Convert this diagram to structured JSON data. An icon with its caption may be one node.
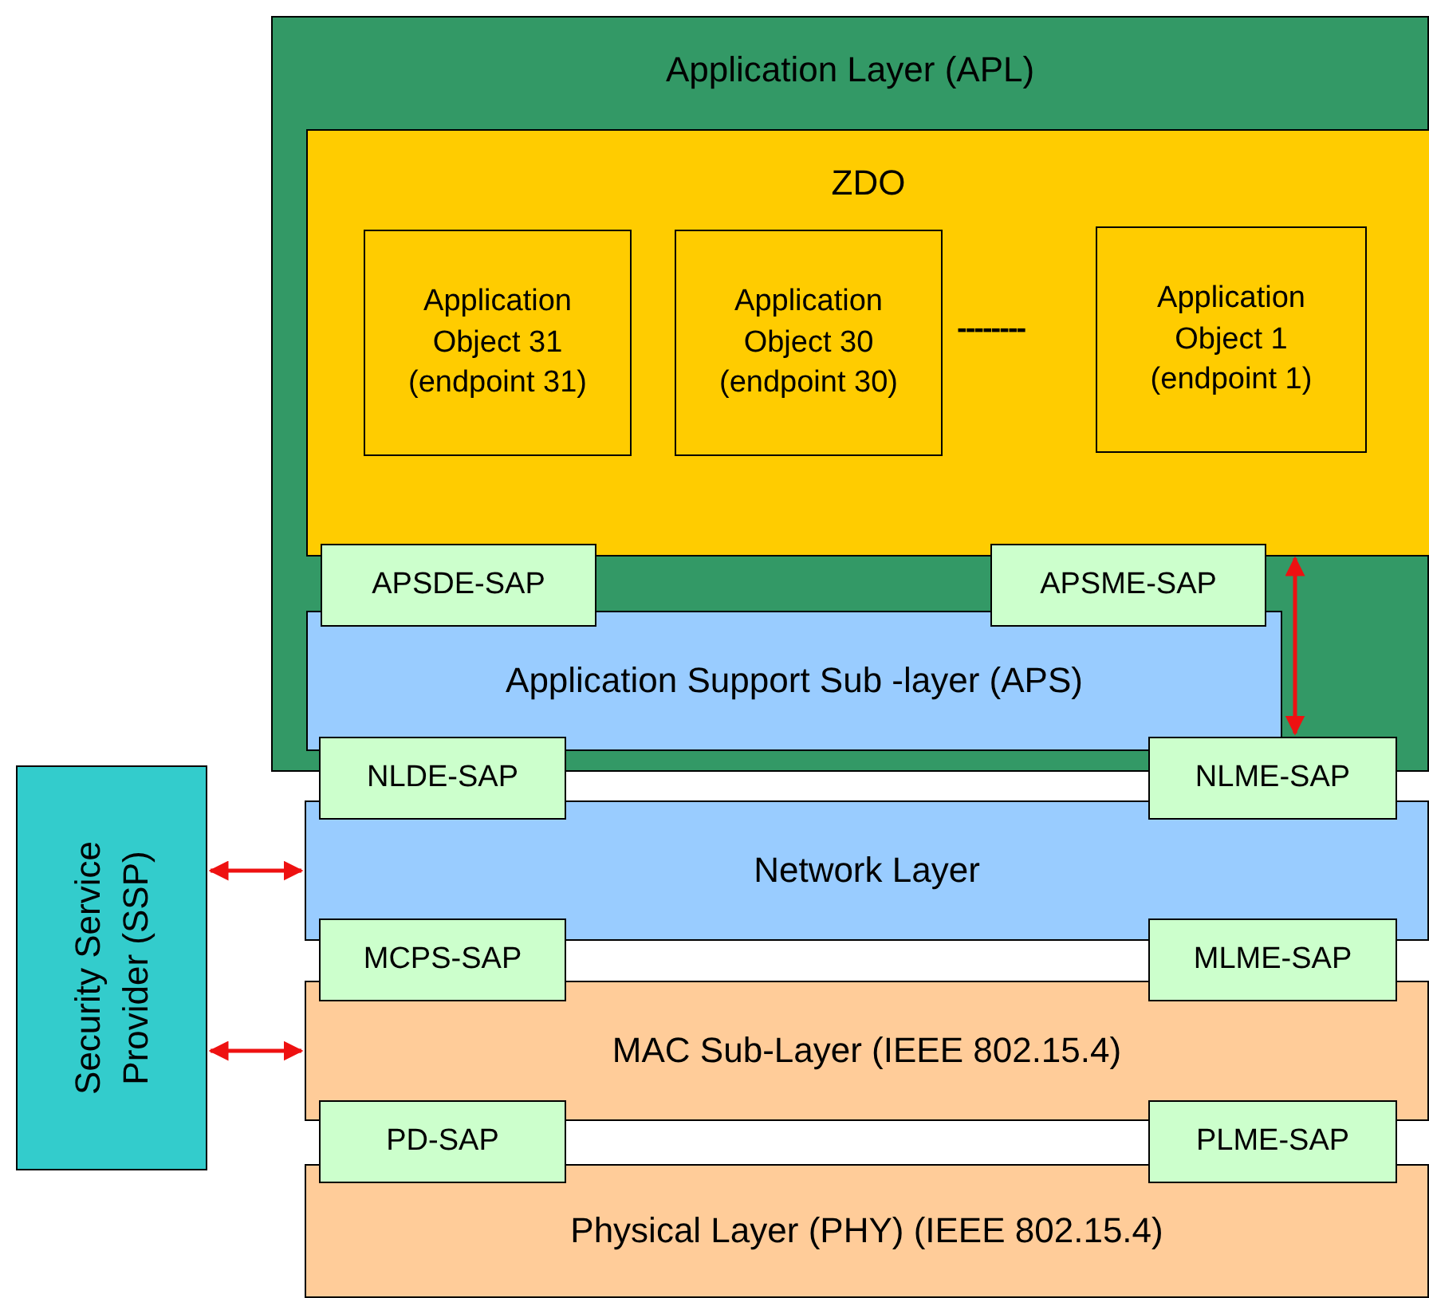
{
  "diagram": {
    "nodes": [
      {
        "text": [
          "Application Layer (APL)"
        ]
      },
      {
        "text": [
          "ZDO"
        ],
        "in": 0
      },
      {
        "text": [
          "Application Object 31 (endpoint 31)"
        ],
        "in": 1
      },
      {
        "text": [
          "Application Object 30 (endpoint 30)"
        ],
        "in": 1
      },
      {
        "text": [
          "Application Object 1 (endpoint 1)"
        ],
        "in": 1
      },
      {
        "text": [
          "APSDE-SAP"
        ],
        "in": 0
      },
      {
        "text": [
          "APSME-SAP"
        ],
        "in": 0
      },
      {
        "text": [
          "Application Support Sub -layer (APS)"
        ],
        "in": 0
      },
      {
        "text": [
          "NLDE-SAP"
        ]
      },
      {
        "text": [
          "NLME-SAP"
        ]
      },
      {
        "text": [
          "Network Layer"
        ]
      },
      {
        "text": [
          "MCPS-SAP"
        ]
      },
      {
        "text": [
          "MLME-SAP"
        ]
      },
      {
        "text": [
          "MAC Sub-Layer (IEEE 802.15.4)"
        ]
      },
      {
        "text": [
          "PD-SAP"
        ]
      },
      {
        "text": [
          "PLME-SAP"
        ]
      },
      {
        "text": [
          "Physical Layer (PHY) (IEEE 802.15.4)"
        ]
      },
      {
        "text": [
          "Security Service Provider (SSP)"
        ]
      }
    ],
    "edges": [
      {
        "from": 1,
        "to": 9,
        "arrow": "both"
      },
      {
        "from": 17,
        "to": 10,
        "arrow": "both"
      },
      {
        "from": 17,
        "to": 13,
        "arrow": "both"
      }
    ],
    "labels": [
      "--------"
    ]
  }
}
